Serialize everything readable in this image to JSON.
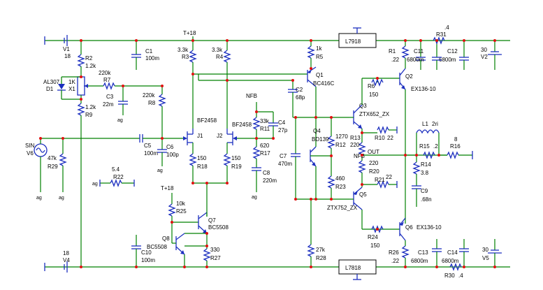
{
  "labels": {
    "v1": "V1",
    "v1_val": "18",
    "v4": "V4",
    "v4_val": "18",
    "v2": "V2",
    "v2_val": "30",
    "v5": "V5",
    "v5_val": "30",
    "v6": "V6",
    "sin": "SIN",
    "tplus_top": "T+18",
    "tplus_mid": "T+18",
    "r1": "R1",
    "r1_val": ".22",
    "r2": "R2",
    "r2_val": "1.2k",
    "r3": "R3",
    "r3_val": "3.3k",
    "r4": "R4",
    "r4_val": "3.3k",
    "r5": "R5",
    "r5_val": "1k",
    "r6": "R6",
    "r6_val": "150",
    "r7": "R7",
    "r7_val": "220k",
    "r8": "R8",
    "r8_val": "220k",
    "r9": "R9",
    "r9_val": "1.2k",
    "r10": "R10",
    "r10_val": "22",
    "r11": "R11",
    "r11_val": "33k",
    "r12": "R12",
    "r12_val": "1270",
    "r13": "R13",
    "r13_val": "220",
    "r14": "R14",
    "r14_val": "3.8",
    "r15": "R15",
    "r15_val": ".2",
    "r16": "R16",
    "r16_val": "8",
    "r17": "R17",
    "r17_val": "620",
    "r18": "R18",
    "r18_val": "150",
    "r19": "R19",
    "r19_val": "150",
    "r20": "R20",
    "r20_val": "220",
    "r21": "R21",
    "r21_val": "22",
    "r22": "R22",
    "r22_val": "5.4",
    "r23": "R23",
    "r23_val": "460",
    "r24": "R24",
    "r24_val": "150",
    "r25": "R25",
    "r25_val": "10k",
    "r26": "R26",
    "r26_val": ".22",
    "r27": "R27",
    "r27_val": "330",
    "r28": "R28",
    "r28_val": "27k",
    "r29": "R29",
    "r29_val": "47k",
    "r30": "R30",
    "r30_val": ".4",
    "r31": "R31",
    "r31_val": ".4",
    "c1": "C1",
    "c1_val": "100m",
    "c2": "C2",
    "c2_val": "68p",
    "c3": "C3",
    "c3_val": "22m",
    "c4": "C4",
    "c4_val": "27p",
    "c5": "C5",
    "c5_val": "100m",
    "c6": "C6",
    "c6_val": "100p",
    "c7": "C7",
    "c7_val": "470m",
    "c8": "C8",
    "c8_val": "220m",
    "c9": "C9",
    "c9_val": ".68n",
    "c10": "C10",
    "c10_val": "100m",
    "c11": "C11",
    "c11_val": "6800m",
    "c12": "C12",
    "c12_val": "6800m",
    "c13": "C13",
    "c13_val": "6800m",
    "c14": "C14",
    "c14_val": "6800m",
    "q1": "Q1",
    "q1_part": "BC416C",
    "q2": "Q2",
    "q2_part": "EX136-10",
    "q3": "Q3",
    "q3_part": "ZTX652_ZX",
    "q4": "Q4",
    "q4_part": "BD139",
    "q5": "Q5",
    "q5_part": "ZTX752_ZX",
    "q6": "Q6",
    "q6_part": "EX136-10",
    "q7": "Q7",
    "q7_part": "BC5508",
    "q8": "Q8",
    "q8_part": "BC5508",
    "j1": "J1",
    "j1_part": "BF2458",
    "j2": "J2",
    "j2_part": "BF2458",
    "d1": "D1",
    "d1_part": "AL307",
    "x1": "X1",
    "x1_val": "1K",
    "l1": "L1",
    "l1_val": "2ri",
    "u_top": "L7918",
    "u_bot": "L7818",
    "nfb1": "NFB",
    "nfb2": "NFB",
    "out": "OUT",
    "ag": "ag"
  }
}
